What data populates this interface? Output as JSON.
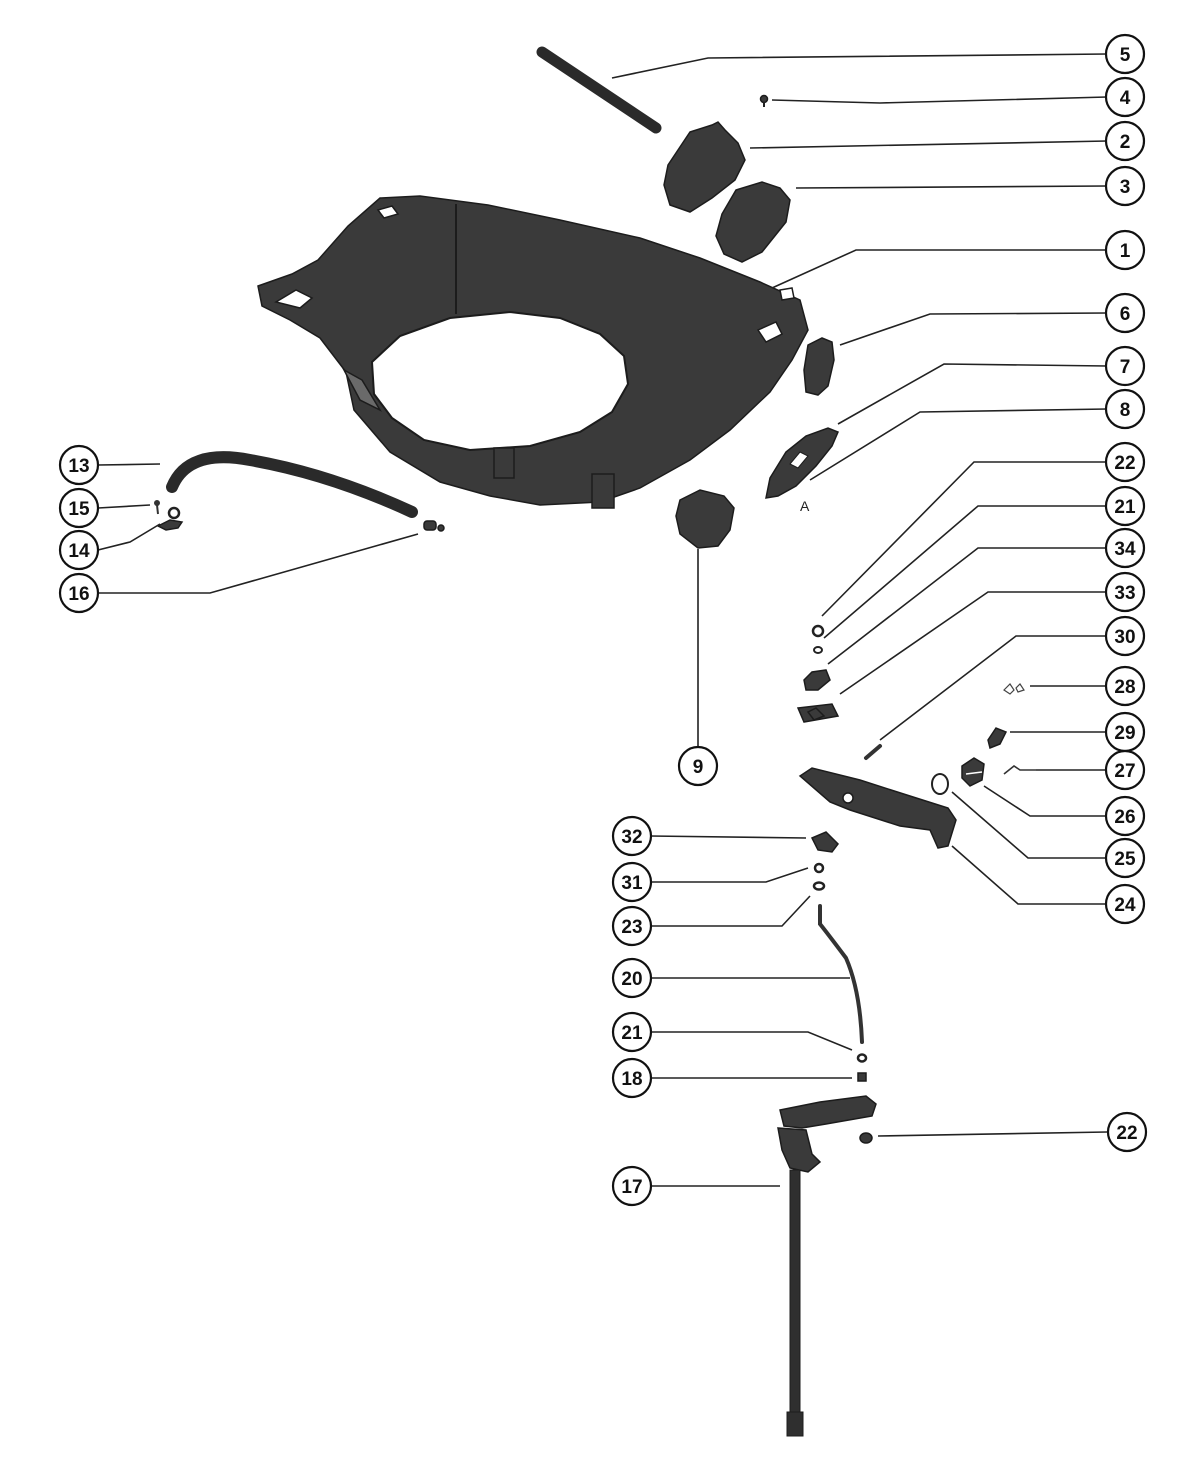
{
  "colors": {
    "part": "#3a3a3a",
    "line": "#222222",
    "background": "#ffffff"
  },
  "labels": {
    "p5": "5",
    "p4": "4",
    "p2": "2",
    "p3": "3",
    "p1": "1",
    "p6": "6",
    "p7": "7",
    "p8": "8",
    "p22a": "22",
    "p21a": "21",
    "p34": "34",
    "p33": "33",
    "p30": "30",
    "p28": "28",
    "p29": "29",
    "p27": "27",
    "p26": "26",
    "p25": "25",
    "p24": "24",
    "p13": "13",
    "p15": "15",
    "p14": "14",
    "p16": "16",
    "p9": "9",
    "p32": "32",
    "p31": "31",
    "p23": "23",
    "p20": "20",
    "p21b": "21",
    "p18": "18",
    "p22b": "22",
    "p17": "17"
  },
  "marker_letter": "A"
}
